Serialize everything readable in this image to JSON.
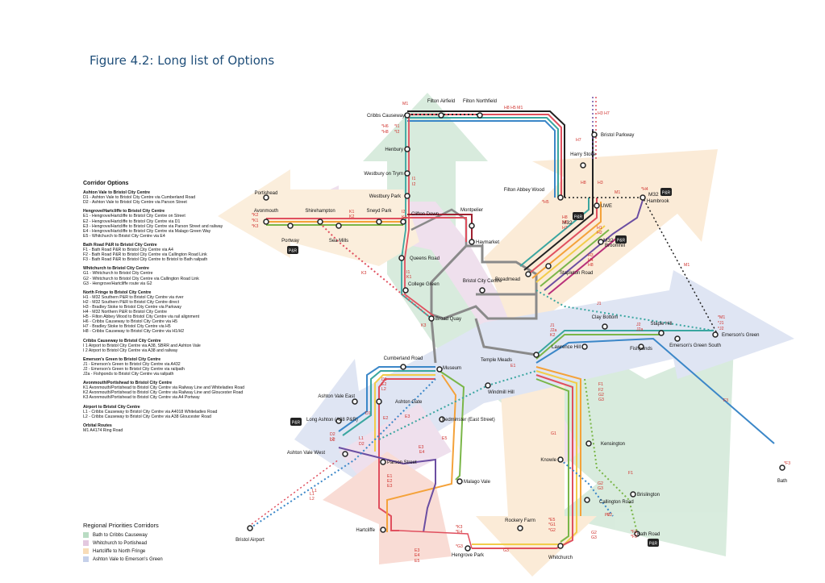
{
  "figure_title": "Figure 4.2: Long list of Options",
  "legend": {
    "title": "Corridor Options",
    "groups": [
      {
        "name": "Ashton Vale to Bristol City Centre",
        "items": [
          "D1 - Ashton Vale to Bristol City Centre via Cumberland Road",
          "D2 - Ashton Vale to Bristol City Centre via Parson Street"
        ]
      },
      {
        "name": "Hengrove/Hartcliffe to Bristol City Centre",
        "items": [
          "E1 - Hengrove/Hartcliffe to Bristol City Centre on Street",
          "E2 - Hengrove/Hartcliffe to Bristol City Centre via D1",
          "E3 - Hengrove/Hartcliffe to Bristol City Centre via Parson Street and railway",
          "E4 - Hengrove/Hartcliffe to Bristol City Centre via Malago Green Way",
          "E5 - Whitchurch to Bristol City Centre via E4"
        ]
      },
      {
        "name": "Bath Road P&R to Bristol City Centre",
        "items": [
          "F1 - Bath Road P&R to Bristol City Centre via A4",
          "F2 - Bath Road P&R to Bristol City Centre via Callington Road Link",
          "F3 - Bath Road P&R to Bristol City Centre to Bristol to Bath railpath"
        ]
      },
      {
        "name": "Whitchurch to Bristol City Centre",
        "items": [
          "G1 - Whitchurch to Bristol City Centre",
          "G2 - Whitchurch to Bristol City Centre via Callington Road Link",
          "G3 - Hengrove/Hartcliffe route via G2"
        ]
      },
      {
        "name": "North Fringe to Bristol City Centre",
        "items": [
          "H1 - M32 Southern P&R to Bristol City Centre via river",
          "H2 - M32 Southern P&R to Bristol City Centre direct",
          "H3 - Bradley Stoke to Bristol City Centre via Parkway",
          "H4 - M32 Northern P&R to Bristol City Centre",
          "H5 - Filton Abbey Wood to Bristol City Centre via rail alignment",
          "H6 - Cribbs Causeway to Bristol City Centre via H5",
          "H7 - Bradley Stoke to Bristol City Centre via H5",
          "H8 - Cribbs Causeway to Bristol City Centre via H1/H2"
        ]
      },
      {
        "name": "Cribbs Causeway to Bristol City Centre",
        "items": [
          "I 1 Airport to Bristol City Centre via A38, SBRR and Ashton Vale",
          "I 2 Airport to Bristol City Centre via A38 and railway"
        ]
      },
      {
        "name": "Emerson's Green to Bristol City Centre",
        "items": [
          "J1 - Emerson's Green to Bristol City Centre via A432",
          "J2 - Emerson's Green to Bristol City Centre via railpath",
          "J2a - Fishponds to Bristol City Centre via railpath"
        ]
      },
      {
        "name": "Avonmouth/Portishead to Bristol City Centre",
        "items": [
          "K1 Avonmouth/Portishead to Bristol City Centre via Railway Line and Whiteladies Road",
          "K2 Avonmouth/Portishead to Bristol City Centre via Railway Line and Gloucester Road",
          "K3 Avonmouth/Portishead to Bristol City Centre via A4 Portway"
        ]
      },
      {
        "name": "Airport to Bristol City Centre",
        "items": [
          "L1 - Cribbs Causeway to Bristol City Centre via A4018 Whiteladies Road",
          "L2 - Cribbs Causeway to Bristol City Centre via A38 Gloucester Road"
        ]
      },
      {
        "name": "Orbital Routes",
        "items": [
          "M1 A4174 Ring Road"
        ]
      }
    ]
  },
  "regional_corridors": {
    "title": "Regional Priorities Corridors",
    "items": [
      {
        "label": "Bath to Cribbs Causeway",
        "color": "#b9dcc3"
      },
      {
        "label": "Whitchurch to Portishead",
        "color": "#e3c8df"
      },
      {
        "label": "Hartcliffe to North Fringe",
        "color": "#f8dcb8"
      },
      {
        "label": "Ashton Vale to Emerson's Green",
        "color": "#c5d0ea"
      }
    ]
  },
  "map": {
    "stations": {
      "cribbs": "Cribbs Causeway",
      "filton_airfield": "Filton Airfield",
      "filton_northfield": "Filton Northfield",
      "bristol_parkway": "Bristol Parkway",
      "harry_stoke": "Harry Stoke",
      "henbury": "Henbury",
      "westbury": "Westbury on Trym",
      "westbury_park": "Westbury Park",
      "filton_abbey": "Filton Abbey Wood",
      "hambrook": "Hambrook",
      "uwe": "UWE",
      "portishead": "Portishead",
      "avonmouth": "Avonmouth",
      "shirehampton": "Shirehampton",
      "sneyd_park": "Sneyd Park",
      "clifton_down": "Clifton Down",
      "montpelier": "Montpelier",
      "haymarket": "Haymarket",
      "portway": "Portway",
      "sea_mills": "Sea Mills",
      "queens_road": "Queens Road",
      "broomhill": "Broomhill",
      "stapleton_road": "Stapleton Road",
      "broadmead": "Broadmead",
      "college_green": "College Green",
      "bristol_city_centre": "Bristol City Centre",
      "broad_quay": "Broad Quay",
      "clay_bottom": "Clay Bottom",
      "staple_hill": "Staple Hill",
      "emersons_green": "Emerson's Green",
      "lawrence_hill": "Lawrence Hill",
      "fishponds": "Fishponds",
      "emersons_green_south": "Emerson's Green South",
      "temple_meads": "Temple Meads",
      "cumberland_road": "Cumberland Road",
      "museum": "Museum",
      "windmill_hill": "Windmill Hill",
      "ashton_vale_east": "Ashton Vale East",
      "ashton_gate": "Ashton Gate",
      "long_ashton": "Long Ashton (A38 P&R)",
      "bedminster": "Bedminster (East Street)",
      "ashton_vale_west": "Ashton Vale West",
      "parson_street": "Parson Street",
      "kensington": "Kensington",
      "knowle": "Knowle",
      "malago_vale": "Malago Vale",
      "brislington": "Brislington",
      "callington_road": "Callington Road",
      "bath": "Bath",
      "bath_road": "Bath Road",
      "bristol_airport": "Bristol Airport",
      "hartcliffe": "Hartcliffe",
      "rockery_farm": "Rockery Farm",
      "hengrove_park": "Hengrove Park",
      "whitchurch": "Whitchurch",
      "m32_hambrook": "M32",
      "m32_broomhill": "M32",
      "m32_mid": "M32"
    },
    "parking_badge": "P&R",
    "route_codes": {
      "m1a": "M1",
      "h6a": "*H6",
      "h8a": "*H8",
      "i1a": "*I1",
      "i2a": "*I2",
      "h8_h5_m1": "H8 H5 M1",
      "h3h7": "H3 H7",
      "h7": "H7",
      "h8b": "H8",
      "h3b": "H3",
      "i1b": "I1",
      "i2b": "I2",
      "k2a": "*K2",
      "k1a": "*K1",
      "k3a": "*K3",
      "k1b": "K1",
      "k2b": "K2",
      "i2c": "I2",
      "k1c": "K1",
      "h5": "*H5",
      "h8c": "H8",
      "h6b": "H6",
      "h7b": "H7",
      "m1b": "M1",
      "h4": "*H4",
      "h1": "H1",
      "h2": "H2",
      "h3c": "H3",
      "h4b": "H4",
      "h8d": "H8",
      "k3b": "K3",
      "i1c": "I1",
      "k1d": "K1",
      "k3c": "K3",
      "m1c": "M1",
      "j1": "J1",
      "j1b": "J1",
      "j2a": "J2a",
      "k2c": "K2",
      "j2": "J2",
      "j2ab": "J2a",
      "f3a": "F3",
      "m1d": "*M1",
      "j1c": "*J1",
      "j2c": "*J2",
      "e1": "E1",
      "d1": "D1",
      "e2": "E2",
      "l2": "L2",
      "d1b": "D1",
      "d2b": "D2",
      "l2b": "L2",
      "e2b": "E2",
      "e3": "E3",
      "e3b": "E3",
      "l1": "L1",
      "d2": "D2",
      "l1b": "L1",
      "d2c": "D2",
      "e4": "E4",
      "e5": "E5",
      "e1b": "E1",
      "e2c": "E2",
      "e3c": "E3",
      "f1": "F1",
      "f2": "F2",
      "g2": "G2",
      "g3": "G3",
      "g1": "G1",
      "f1b": "F1",
      "p2": "P2",
      "g2b": "G2",
      "g3b": "G3",
      "f3b": "*F3",
      "l1c": "L1",
      "l2c": "L2",
      "k3d": "*K3",
      "e4b": "*E4",
      "g3c": "*G3",
      "e3d": "E3",
      "e4c": "E4",
      "e5b": "E5",
      "g3d": "G3",
      "e5c": "*E5",
      "g1b": "*G1",
      "g2c": "*G2",
      "g2d": "G2",
      "g3e": "G3",
      "f1c": "*F1",
      "f2b": "*F2",
      "f2c": "F2"
    }
  },
  "colors": {
    "green_corridor": "#b9dcc3",
    "pink_corridor": "#e3c8df",
    "orange_corridor": "#f8dcb8",
    "blue_corridor": "#c5d0ea",
    "line_red": "#e0505f",
    "line_orange": "#f4a23a",
    "line_yellow": "#f2cc4a",
    "line_green": "#7ab648",
    "line_teal": "#3aa6a0",
    "line_blue": "#3b87c8",
    "line_grey": "#8a8a8a",
    "line_black": "#222222",
    "line_purple": "#6b4ea2",
    "label_red": "#d0312d"
  }
}
